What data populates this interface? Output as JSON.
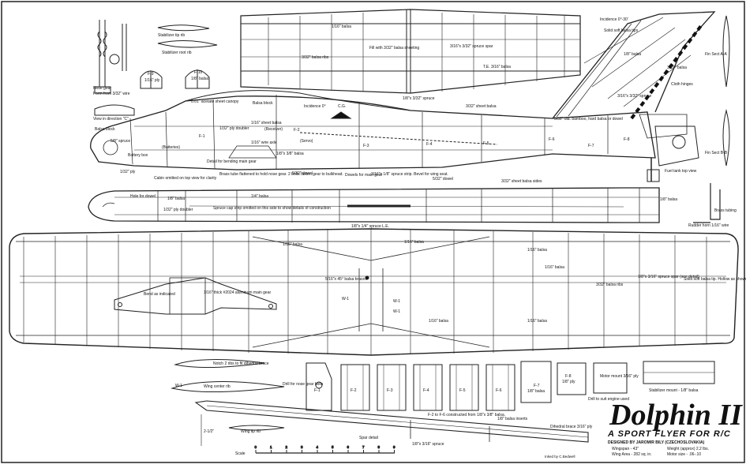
{
  "title_block": {
    "title": "Dolphin II",
    "subtitle": "A SPORT FLYER FOR R/C",
    "designer": "DESIGNED BY JAROMIR BILY (CZECHOSLOVAKIA)",
    "spec_wingspan": "Wingspan - 43\"",
    "spec_weight": "Weight (approx) 2.2 lbs.",
    "spec_area": "Wing Area - 282 sq. in.",
    "spec_motor": "Motor size - .06-.10",
    "drawn_by": "Inked by C.Bedwell"
  },
  "scale": {
    "label": "Scale",
    "ticks": [
      "0",
      "1",
      "2",
      "3",
      "4",
      "5",
      "6",
      "7",
      "8",
      "9"
    ]
  },
  "labels": {
    "stab_tip_rib": "Stabilizer tip rib",
    "stab_root_rib": "Stabilizer root rib",
    "nose_gear": "Nose gear",
    "nose_gear_form": "Form from 3/32\" wire",
    "f9": "F-9",
    "f9_ply": "1/16\" ply",
    "f10": "F-10",
    "f10_balsa": "1/8\" balsa",
    "view_c": "View in direction \"C\"",
    "balsa_block": "Balsa block",
    "acetate": "0.01\" acetate sheet canopy",
    "balsa_block2": "Balsa block",
    "incidence0": "Incidence 0°",
    "cg": "C.G.",
    "sheet_balsa_116": "1/16\" sheet balsa",
    "sheet_balsa_332": "3/32\" sheet balsa",
    "spruce_58": "5/8\" spruce",
    "batteries": "(Batteries)",
    "receiver": "(Receiver)",
    "servo": "(Servo)",
    "battery_box": "Battery box",
    "ply_132": "1/32\" ply doubler",
    "wire_axle": "1/16\" wire axle",
    "detail_bending": "Detail for bending main gear",
    "sq_balsa": "1/8\"x 3/8\" balsa",
    "ply_132b": "1/32\" ply",
    "f1": "F-1",
    "f2": "F-2",
    "f3": "F-3",
    "f4": "F-4",
    "f5": "F-5",
    "f6": "F-6",
    "f7": "F-7",
    "f8": "F-8",
    "bamboo": "5/32\" dia. bamboo, hard balsa or dowel",
    "incidence_tail": "Incidence 0°-30'",
    "solid_soft": "Solid soft balsa tips",
    "balsa_18": "1/8\" balsa",
    "balsa_316": "3/16\" balsa",
    "cloth_hinges": "Cloth hinges",
    "spruce_316": "3/16\"x 3/32\" spruce",
    "fin_sect_aa": "Fin Sect A-A",
    "fin_sect_bb": "Fin Sect B-B",
    "fuel_tank": "Fuel tank top view",
    "stab_balsa_116": "1/16\" balsa",
    "stab_balsa_332": "3/32\" balsa ribs",
    "fill_sheeting": "Fill with 3/32\" balsa sheeting",
    "spruce_spar": "3/16\"x 3/32\" spruce spar",
    "te": "T.E. 3/16\" balsa",
    "spruce_332": "1/8\"x 3/32\" spruce",
    "cabin_omitted": "Cabin omitted on top view for clarity",
    "brass_tube": "Brass tube flattened to hold nose gear. 2 bolts fasten gear to bulkhead.",
    "dowel_532": "5/32\" dowel",
    "dowels_main": "Dowels for main gear",
    "spruce_strip": "3/16\"x 1/8\" spruce strip. Bevel for wing seat.",
    "sheet_balsa_sides": "3/32\" sheet balsa sides",
    "dowel_532b": "5/32\" dowel",
    "balsa_14": "1/4\" balsa",
    "hole_dowel": "Hole for dowel",
    "balsa_18b": "1/8\" balsa",
    "ply_doubler": "1/32\" ply doubler",
    "spruce_cap": "Spruce cap strip omitted on this side to show details of construction",
    "brass_tubing": "Brass tubing",
    "rudder_horn": "Rudder horn 1/16\" wire",
    "balsa_18c": "1/8\" balsa",
    "wing_te": "1/8\"x 1/4\" spruce L.E.",
    "balsa_116a": "1/16\" balsa",
    "balsa_116b": "1/16\" balsa",
    "balsa_116c": "1/16\" balsa",
    "balsa_116d": "1/16\" balsa",
    "braces": "5/16\"x 45° balsa braces",
    "balsa_116e": "1/16\" balsa",
    "balsa_116f": "1/16\" balsa",
    "ribs_332": "3/32\" balsa ribs",
    "spar_detail": "1/8\"x 3/16\" spruce spar (see detail)",
    "solid_tip": "Solid soft balsa tip. Hollow as shown.",
    "bend_indicated": "Bend as indicated",
    "aluminum_gear": "1/16\" thick #2024 aluminum main gear",
    "w1a": "W-1",
    "w1b": "W-1",
    "w1c": "W-1",
    "notch": "Notch 2 ribs to fit dihedral brace",
    "wing_center": "Wing center rib",
    "w1d": "W-1",
    "drill_nose": "Drill for nose gear bolts",
    "f1b": "F-1",
    "f2b": "F-2",
    "f3b": "F-3",
    "f4b": "F-4",
    "f5b": "F-5",
    "f6b": "F-6",
    "f7b": "F-7",
    "f7_balsa": "1/8\" balsa",
    "f8b": "F-8",
    "f8_ply": "1/8\" ply",
    "motor_mount": "Motor mount 3/16\" ply",
    "drill_suit": "Drill to suit engine used",
    "stab_mount": "Stabilizer mount - 1/8\" balsa",
    "f2f6": "F-2 to F-6 constructed from 1/8\"x 3/8\" balsa.",
    "balsa_inserts": "1/8\" balsa inserts",
    "dihedral_brace": "Dihedral brace 3/16\" ply",
    "wing_tip_rib": "Wing tip rib",
    "spruce_16": "1/8\"x 3/16\" spruce",
    "spar_detail2": "Spar detail",
    "dim_212": "2-1/2\""
  }
}
